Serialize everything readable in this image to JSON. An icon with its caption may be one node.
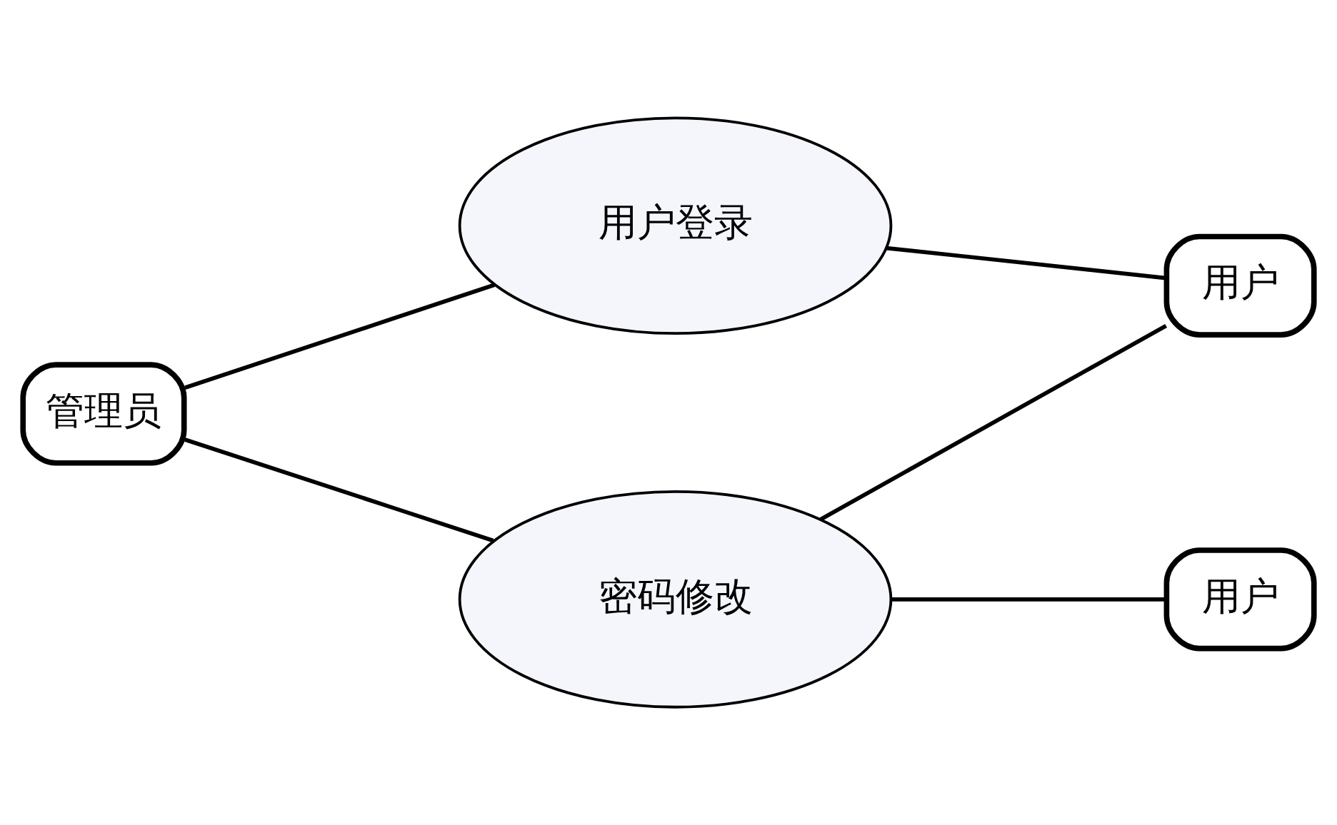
{
  "diagram": {
    "nodes": [
      {
        "text": [
          "管理员"
        ]
      },
      {
        "text": [
          "用户登录"
        ]
      },
      {
        "text": [
          "密码修改"
        ]
      },
      {
        "text": [
          "用户"
        ]
      },
      {
        "text": [
          "用户"
        ]
      }
    ],
    "edges": [
      {
        "from": 0,
        "to": 1,
        "arrow": "none"
      },
      {
        "from": 0,
        "to": 2,
        "arrow": "none"
      },
      {
        "from": 3,
        "to": 1,
        "arrow": "none"
      },
      {
        "from": 3,
        "to": 2,
        "arrow": "none"
      },
      {
        "from": 2,
        "to": 4,
        "arrow": "none"
      }
    ]
  }
}
